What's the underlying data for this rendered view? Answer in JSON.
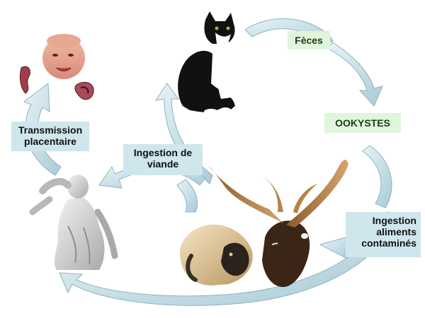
{
  "labels": {
    "feces": "Fèces",
    "ookystes": "OOKYSTES",
    "transmission": [
      "Transmission",
      "placentaire"
    ],
    "ingestion_viande": [
      "Ingestion de",
      "viande"
    ],
    "ingestion_aliments": [
      "Ingestion",
      "aliments",
      "contaminés"
    ]
  },
  "colors": {
    "arrow_fill": "#d5eaf0",
    "arrow_edge": "#7fa7b5",
    "label_blue": "#cfe6ec",
    "label_green": "#dff5dc"
  },
  "illustrations": [
    "baby-photo",
    "embryo-illustration",
    "cat-photo",
    "statue-photo",
    "sheep-photo",
    "goat-photo"
  ]
}
